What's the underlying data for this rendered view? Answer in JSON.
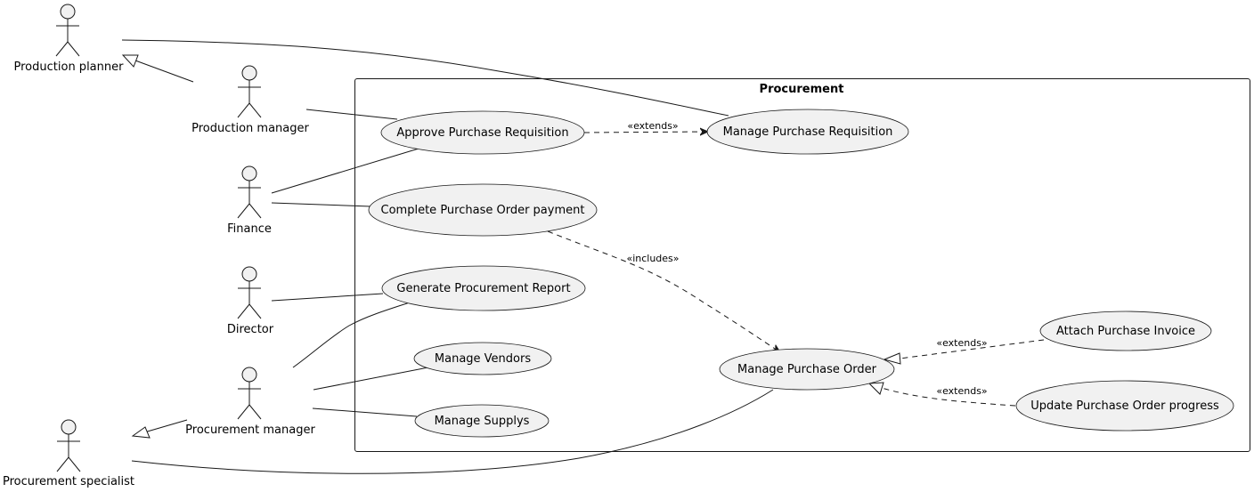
{
  "system": {
    "title": "Procurement"
  },
  "actors": {
    "production_planner": "Production planner",
    "production_manager": "Production manager",
    "finance": "Finance",
    "director": "Director",
    "procurement_manager": "Procurement manager",
    "procurement_specialist": "Procurement specialist"
  },
  "use_cases": {
    "approve_purchase_requisition": "Approve Purchase Requisition",
    "manage_purchase_requisition": "Manage Purchase Requisition",
    "complete_purchase_order_payment": "Complete Purchase Order payment",
    "generate_procurement_report": "Generate Procurement Report",
    "manage_vendors": "Manage Vendors",
    "manage_supplys": "Manage Supplys",
    "manage_purchase_order": "Manage Purchase Order",
    "attach_purchase_invoice": "Attach Purchase Invoice",
    "update_purchase_order_progress": "Update Purchase Order progress"
  },
  "relations": {
    "extends_requisition": "«extends»",
    "includes_order": "«includes»",
    "extends_invoice": "«extends»",
    "extends_progress": "«extends»"
  }
}
